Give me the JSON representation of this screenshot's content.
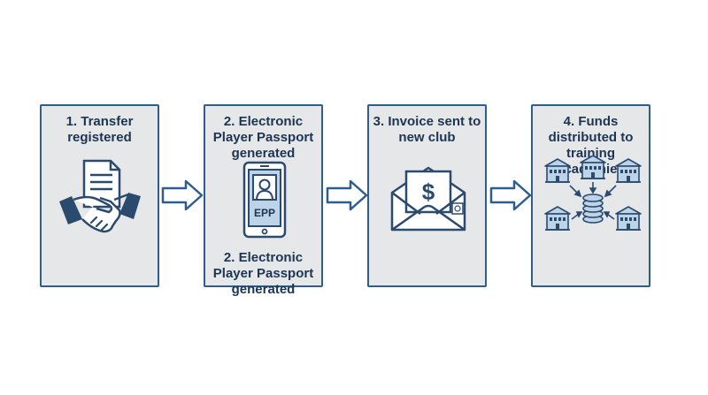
{
  "steps": [
    {
      "title": "1. Transfer registered",
      "icon": "handshake-document-icon"
    },
    {
      "title": "2. Electronic Player Passport generated",
      "subtitle": "2. Electronic Player Passport generated",
      "icon": "tablet-passport-icon",
      "badge": "EPP"
    },
    {
      "title": "3. Invoice sent to new club",
      "icon": "invoice-envelope-icon",
      "symbol": "$"
    },
    {
      "title": "4. Funds distributed to training academies",
      "icon": "academies-coins-icon"
    }
  ],
  "colors": {
    "box_fill": "#e6e7e9",
    "border": "#2f5d8c",
    "text": "#1c3552",
    "icon_dark": "#2a4a6e",
    "icon_fill": "#bcd3e8"
  }
}
